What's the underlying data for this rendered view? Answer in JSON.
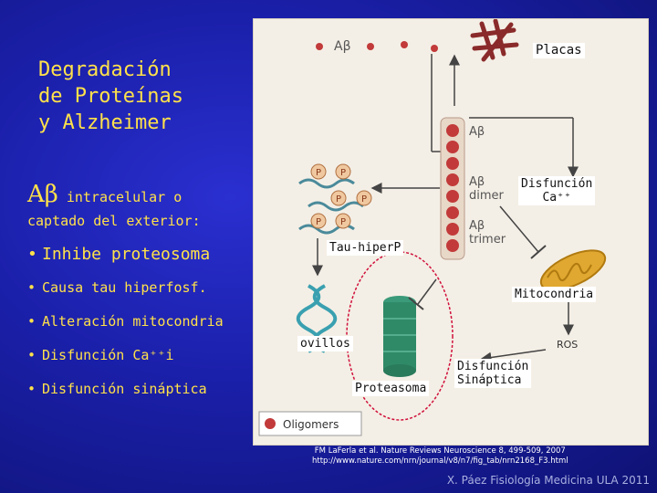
{
  "slide": {
    "title_lines": [
      "Degradación",
      "de Proteínas",
      "y Alzheimer"
    ],
    "abeta_symbol": "Aβ",
    "abeta_text": " intracelular o",
    "captado": "captado del exterior:",
    "bullets": [
      "Inhibe proteosoma",
      "Causa tau hiperfosf.",
      "Alteración mitocondria",
      "Disfunción Ca⁺⁺i",
      "Disfunción sináptica"
    ]
  },
  "figure": {
    "labels": {
      "placas": "Placas",
      "disfuncion_ca_line1": "Disfunción",
      "disfuncion_ca_line2": "Ca⁺⁺",
      "tau": "Tau-hiperP",
      "mitocondria": "Mitocondria",
      "ovillos": "ovillos",
      "proteasoma": "Proteasoma",
      "disfuncion_sin_line1": "Disfunción",
      "disfuncion_sin_line2": "Sináptica"
    },
    "inner": {
      "abeta_top": "Aβ",
      "abeta_mid": "Aβ",
      "abeta_dimer": "Aβ",
      "dimer": "dimer",
      "abeta_trimer": "Aβ",
      "trimer": "trimer",
      "ros": "ROS",
      "oligomers": "Oligomers",
      "p": "P"
    }
  },
  "citation": {
    "line1": "FM LaFerla et al. Nature Reviews Neuroscience 8, 499-509, 2007",
    "line2": "http://www.nature.com/nrn/journal/v8/n7/fig_tab/nrn2168_F3.html"
  },
  "author": "X. Páez Fisiología Medicina ULA 2011",
  "colors": {
    "background": "#1a1fa8",
    "text": "#ffe14a",
    "abeta": "#c23a3a",
    "red_circle": "#d0103a"
  }
}
